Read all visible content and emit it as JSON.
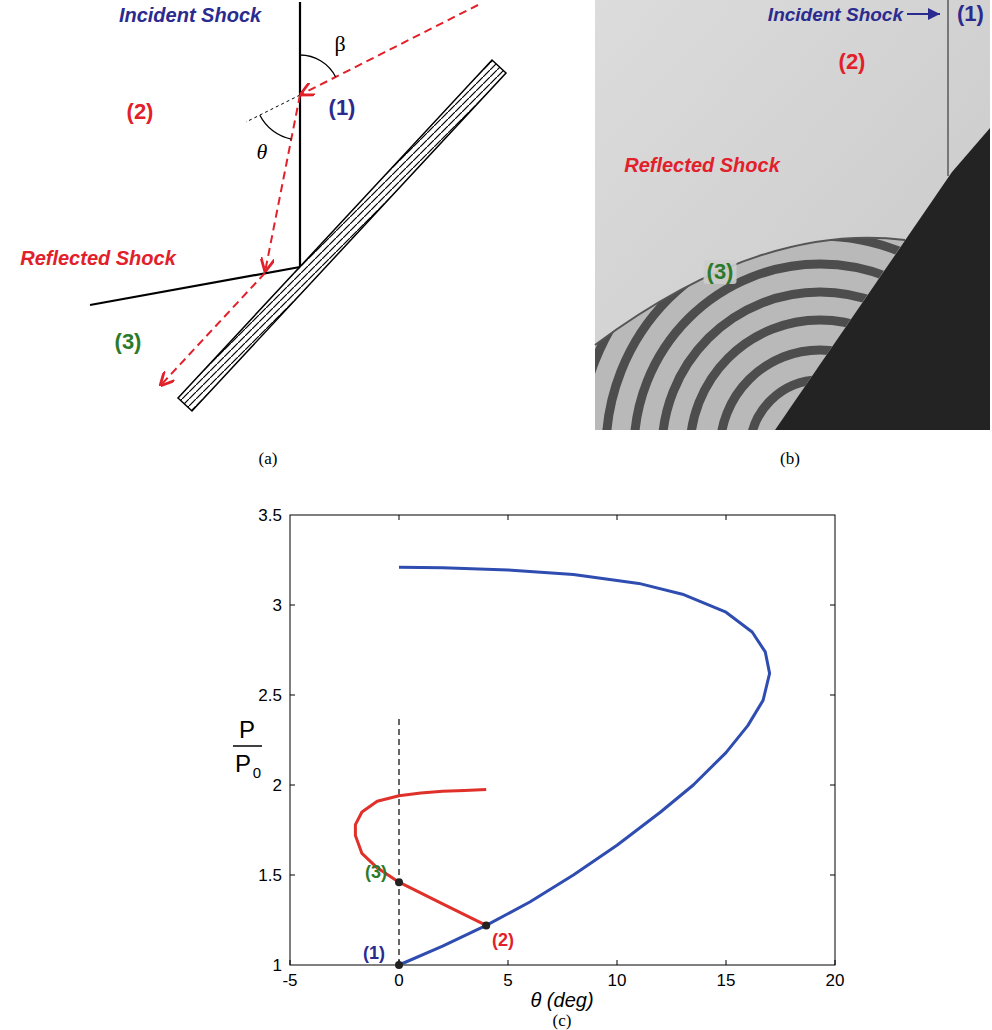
{
  "diagram": {
    "labels": [
      "Incident Shock",
      "β",
      "(1)",
      "(2)",
      "θ",
      "Reflected Shock",
      "(3)",
      "(a)",
      "Incident Shock",
      "(1)",
      "(2)",
      "Reflected Shock",
      "(3)",
      "(b)",
      "3.5",
      "3",
      "2.5",
      "2",
      "1.5",
      "1",
      "-5",
      "0",
      "5",
      "10",
      "15",
      "20",
      "P",
      "P",
      "0",
      "θ (deg)",
      "(1)",
      "(2)",
      "(3)",
      "(c)"
    ]
  }
}
